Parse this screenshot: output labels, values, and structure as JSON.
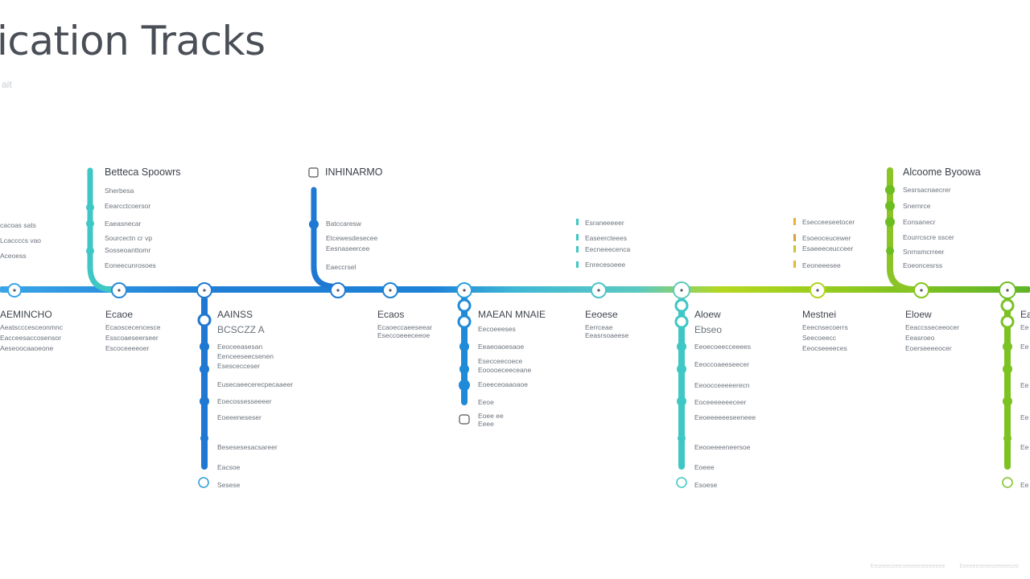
{
  "title": "ication Tracks",
  "subtitle": "ait",
  "colors": {
    "blue": "#1f78d1",
    "sky": "#3aa5e8",
    "teal": "#3ec7c4",
    "lime": "#a9cf1f",
    "green": "#6cbd22"
  },
  "upper_labels": {
    "far_left": [
      "cacoas sats",
      "Lcaccccs vao",
      "Aceoess"
    ],
    "b1": {
      "header": "Betteca Spoowrs",
      "items": [
        "Sherbesa",
        "Eearcctcoersor",
        "Eaeasnecar",
        "Sourcectn cr vp",
        "Sosseoanttomr",
        "Eoneecunrosoes"
      ]
    },
    "b2": {
      "header": "INHINARMO",
      "items": [
        "Batccaresw",
        "Etcewesdesecee",
        "Eesnaseercee",
        "Eaeccrsel"
      ]
    },
    "b3": {
      "items": [
        "Esraneeeeer",
        "Easeercteees",
        "Eecneeecenca",
        "Enrecesoeee"
      ]
    },
    "b4": {
      "items": [
        "Esecceeseetocer",
        "Esoeoceucewer",
        "Esaeeeceucceer",
        "Eeoneeesee"
      ]
    },
    "b5": {
      "header": "Alcoome Byoowa",
      "items": [
        "Sesrsacnaecrer",
        "Snernrce",
        "Eonsanecr",
        "Eourrcscre sscer",
        "Snrnsmcrreer",
        "Eoeoncesrss"
      ]
    }
  },
  "stations": [
    {
      "name": "AEMINCHO",
      "lines": [
        "Aeatscccesceonmnc",
        "Eacceesaccosensor",
        "Aeseoocaaoeone"
      ]
    },
    {
      "name": "Ecaoe",
      "lines": [
        "Ecaoscecencesce",
        "Esscoaeseerseer",
        "Escoceeeeoer"
      ]
    },
    {
      "name": "Ecaos",
      "lines": [
        "Ecaoeccaeeseear",
        "Eseccoeeeceeoe"
      ]
    },
    {
      "name": "Eeoese",
      "lines": [
        "Eerrceae",
        "Eeasrsoaeese"
      ]
    },
    {
      "name": "Mestnei",
      "lines": [
        "Eeecnsecoerrs",
        "Seecoeecc",
        "Eeocseeeeces"
      ]
    },
    {
      "name": "Eloew",
      "lines": [
        "Eeaccsseceeocer",
        "Eeasroeo",
        "Eoerseeeeocer"
      ]
    },
    {
      "name": "Ea",
      "lines": [
        "Ee"
      ]
    }
  ],
  "branches": {
    "blue": {
      "name": "AAINSS",
      "code": "BCSCZZ A",
      "items": [
        "Eeoceeasesan",
        "Eenceeseecsenen",
        "Esescecceser",
        "Eusecaeecerecpecaaeer",
        "Eoecossesseeeer",
        "Eoeeeneseser",
        "Besesesesacsareer",
        "Eacsoe",
        "Sesese"
      ]
    },
    "mid": {
      "name": "MAEAN MNAIE",
      "items": [
        "Eecoeeeses",
        "Eeaeoaoesaoe",
        "Esecceecoece",
        "Eooooeceeceane",
        "Eoeeceoaaoaoe",
        "Eeoe",
        "Eoee ee",
        "Eeee"
      ]
    },
    "teal": {
      "name": "Aloew",
      "code": "Ebseo",
      "items": [
        "Eeoecoeecceeees",
        "Eeoccoaeeseecer",
        "Eeoocceeeeerecn",
        "Eoceeeeeeeceer",
        "Eeoeeeeeeseeneee",
        "Eeooeeeeneersoe",
        "Eoeee",
        "Esoese"
      ]
    },
    "green": {
      "items": [
        "Ee",
        "Ee",
        "Ee",
        "Ee",
        "Ee"
      ]
    }
  },
  "footer": [
    "Eeseeeceeeseeeeeseeeeeee",
    "Eeeeeeseeeseeeeesee"
  ]
}
